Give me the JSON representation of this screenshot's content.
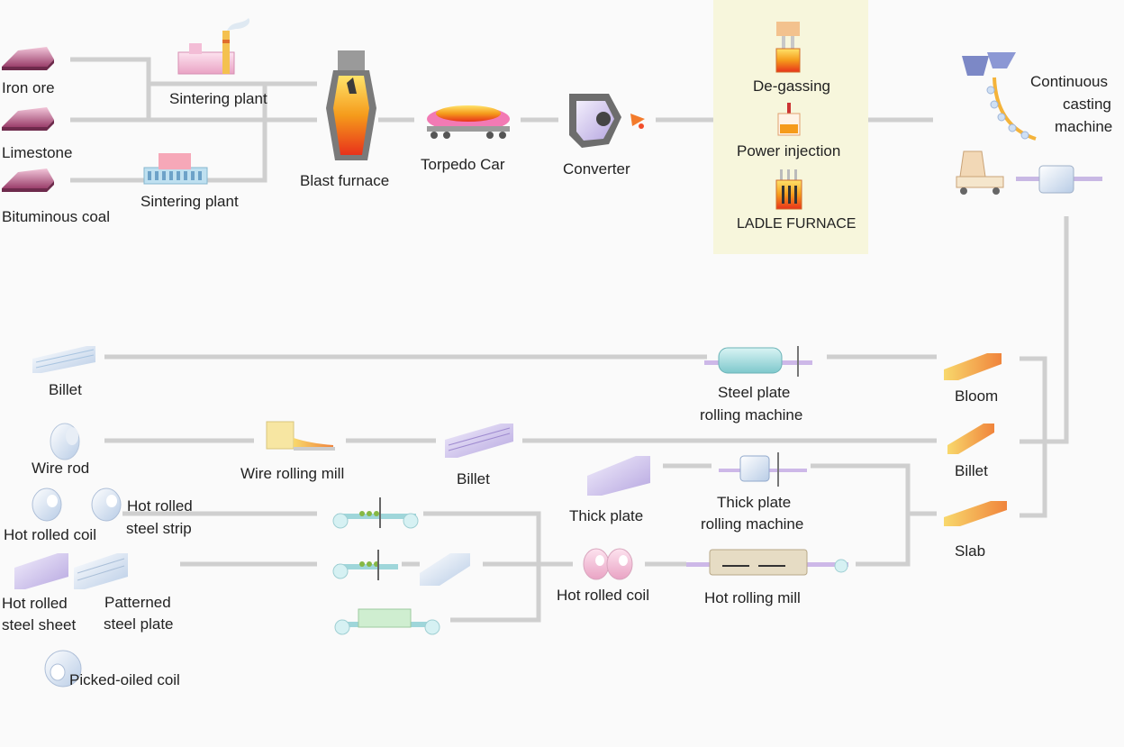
{
  "labels": {
    "iron_ore": "Iron ore",
    "limestone": "Limestone",
    "bituminous_coal": "Bituminous coal",
    "sintering_plant_top": "Sintering plant",
    "sintering_plant_bottom": "Sintering plant",
    "blast_furnace": "Blast furnace",
    "torpedo_car": "Torpedo Car",
    "converter": "Converter",
    "degassing": "De-gassing",
    "power_injection": "Power injection",
    "ladle_furnace": "LADLE FURNACE",
    "continuous_casting_1": "Continuous",
    "continuous_casting_2": "casting",
    "continuous_casting_3": "machine",
    "billet_left": "Billet",
    "steel_plate_rolling_1": "Steel plate",
    "steel_plate_rolling_2": "rolling machine",
    "bloom": "Bloom",
    "wire_rod": "Wire rod",
    "wire_rolling_mill": "Wire rolling mill",
    "billet_mid": "Billet",
    "billet_right": "Billet",
    "thick_plate": "Thick plate",
    "thick_plate_rolling_1": "Thick plate",
    "thick_plate_rolling_2": "rolling machine",
    "hot_rolled_coil_left": "Hot rolled coil",
    "hot_rolled_strip_1": "Hot rolled",
    "hot_rolled_strip_2": "steel strip",
    "slab": "Slab",
    "hot_rolled_sheet_1": "Hot rolled",
    "hot_rolled_sheet_2": "steel sheet",
    "patterned_plate_1": "Patterned",
    "patterned_plate_2": "steel plate",
    "hot_rolled_coil_mid": "Hot rolled coil",
    "hot_rolling_mill": "Hot rolling mill",
    "picked_oiled_coil": "Picked-oiled coil"
  },
  "colors": {
    "line": "#cfcfcf",
    "highlight": "#f7f6dc",
    "ore": "#b2527e",
    "molten": "#f29a1e",
    "steel": "#a9c7e6"
  }
}
